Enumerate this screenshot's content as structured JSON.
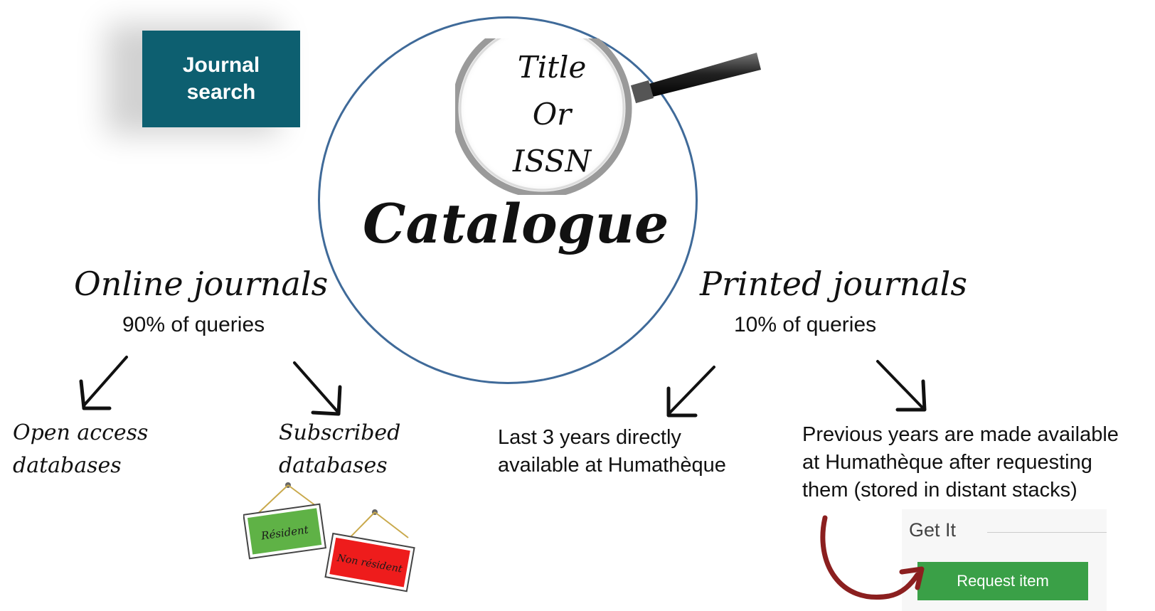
{
  "journal_search": {
    "line1": "Journal",
    "line2": "search"
  },
  "lens": {
    "line1": "Title",
    "line2": "Or",
    "line3": "ISSN"
  },
  "catalogue": "Catalogue",
  "online": {
    "title": "Online journals",
    "share": "90% of queries"
  },
  "printed": {
    "title": "Printed journals",
    "share": "10% of queries"
  },
  "open_access": {
    "line1": "Open access",
    "line2": "databases"
  },
  "subscribed": {
    "line1": "Subscribed",
    "line2": "databases"
  },
  "signs": {
    "resident": "Résident",
    "non_resident": "Non résident"
  },
  "recent": {
    "line1": "Last 3 years directly",
    "line2": "available at Humathèque"
  },
  "previous": {
    "line1": "Previous years are made available",
    "line2": "at Humathèque after requesting",
    "line3": "them (stored in distant stacks)"
  },
  "get_it": {
    "label": "Get It",
    "button": "Request item"
  },
  "colors": {
    "journal_box": "#0d5f70",
    "circle": "#3f6a99",
    "resident_sign": "#5fb246",
    "non_resident_sign": "#ee1c1c",
    "request_button": "#3aa047",
    "curved_arrow": "#8b1f1f"
  }
}
